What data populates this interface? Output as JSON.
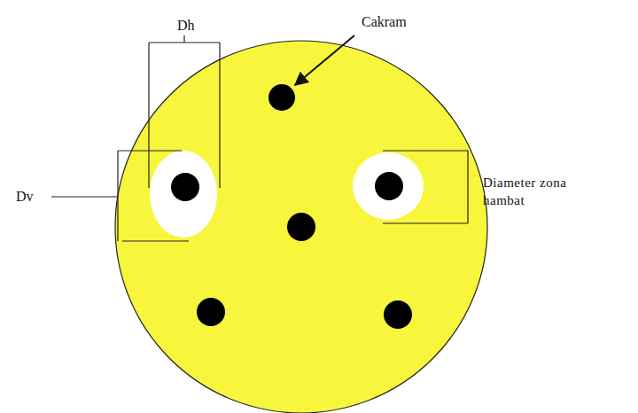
{
  "diagram": {
    "labels": [
      "Cakram",
      "Dh",
      "Dv",
      "Diameter zona hambat"
    ]
  }
}
